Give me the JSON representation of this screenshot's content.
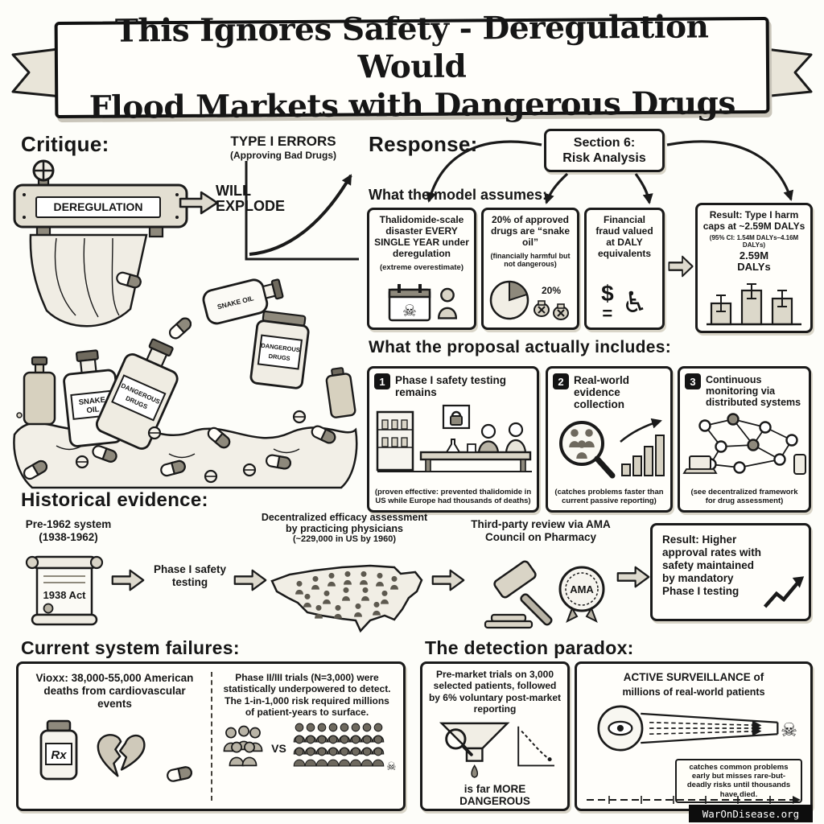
{
  "banner": {
    "line1": "This Ignores Safety - Deregulation Would",
    "line2": "Flood Markets with Dangerous Drugs"
  },
  "critique": {
    "heading": "Critique:",
    "pipe_label": "DEREGULATION",
    "chart": {
      "title": "TYPE I ERRORS",
      "subtitle": "(Approving Bad Drugs)",
      "callout": "WILL EXPLODE"
    },
    "bottle_labels": [
      [
        "SNAKE",
        "OIL"
      ],
      [
        "DANGEROUS",
        "DRUGS"
      ],
      [
        "SNAKE OIL"
      ],
      [
        "DANGEROUS",
        "DRUGS"
      ]
    ]
  },
  "response": {
    "heading": "Response:",
    "section_line1": "Section 6:",
    "section_line2": "Risk Analysis",
    "assumes_heading": "What the model assumes:",
    "assumptions": [
      {
        "text": "Thalidomide-scale disaster EVERY SINGLE YEAR under deregulation",
        "note": "(extreme overestimate)"
      },
      {
        "text": "20% of approved drugs are “snake oil”",
        "note": "(financially harmful but not dangerous)",
        "pct": "20%"
      },
      {
        "text": "Financial fraud valued at DALY equivalents"
      }
    ],
    "result": {
      "title": "Result: Type I harm caps at ~2.59M DALYs",
      "ci": "(95% CI: 1.54M DALYs–4.16M DALYs)",
      "value_line1": "2.59M",
      "value_line2": "DALYs"
    }
  },
  "proposal": {
    "heading": "What the proposal actually includes:",
    "items": [
      {
        "num": "1",
        "title": "Phase I safety testing remains",
        "note": "(proven effective: prevented thalidomide in US while Europe had thousands of deaths)"
      },
      {
        "num": "2",
        "title": "Real-world evidence collection",
        "note": "(catches problems faster than current passive reporting)"
      },
      {
        "num": "3",
        "title": "Continuous monitoring via distributed systems",
        "note": "(see decentralized framework for drug assessment)"
      }
    ]
  },
  "historical": {
    "heading": "Historical evidence:",
    "step1_line1": "Pre-1962 system",
    "step1_line2": "(1938-1962)",
    "act_label": "1938 Act",
    "step2": "Phase I safety testing",
    "step3_title": "Decentralized efficacy assessment by practicing physicians",
    "step3_note": "(~229,000 in US by 1960)",
    "step4": "Third-party review via AMA Council on Pharmacy",
    "ama_label": "AMA",
    "result": "Result: Higher approval rates with safety maintained by mandatory Phase I testing"
  },
  "failures": {
    "heading": "Current system failures:",
    "vioxx_text": "Vioxx: 38,000-55,000 American deaths from cardiovascular events",
    "trials_text": "Phase II/III trials (N=3,000) were statistically underpowered to detect. The 1-in-1,000 risk required millions of patient-years to surface.",
    "vs_label": "VS",
    "rx_label": "Rx"
  },
  "paradox": {
    "heading": "The detection paradox:",
    "premarket_text": "Pre-market trials on 3,000 selected patients, followed by 6% voluntary post-market reporting",
    "premarket_verdict": "is far MORE DANGEROUS",
    "surveillance_line1": "ACTIVE SURVEILLANCE of",
    "surveillance_line2": "millions of real-world patients",
    "surveillance_note": "catches common problems early but misses rare-but-deadly risks until thousands have died."
  },
  "icons": {
    "skull": "☠",
    "wheelchair": "♿",
    "dollar": "$",
    "equals": "="
  },
  "footer": {
    "watermark": "WarOnDisease.org"
  }
}
